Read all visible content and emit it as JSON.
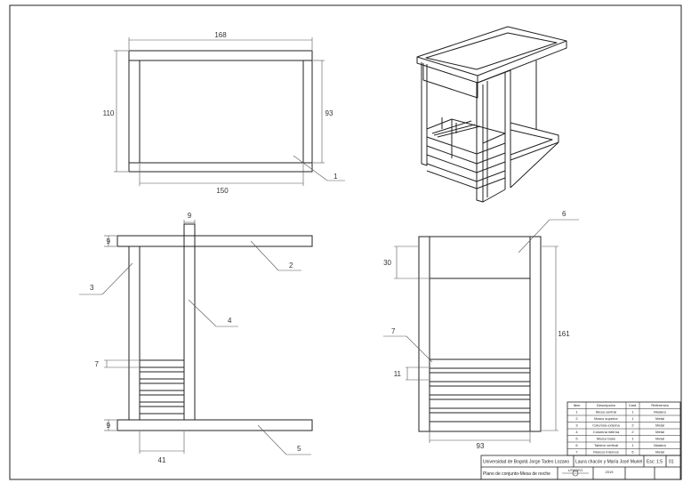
{
  "dimensions": {
    "top_width": "168",
    "top_depth": "110",
    "top_inner_width": "150",
    "top_inner_depth": "93",
    "side_bar": "9",
    "side_bar_top": "9",
    "side_bar_bottom": "9",
    "side_width": "41",
    "front_rail": "30",
    "front_height": "161",
    "front_slat": "11",
    "front_width": "93"
  },
  "part_numbers": {
    "p1": "1",
    "p2": "2",
    "p3": "3",
    "p4": "4",
    "p5": "5",
    "p6": "6",
    "p7_side": "7",
    "p7_front": "7"
  },
  "parts_table": {
    "headers": [
      "Item",
      "Descripción",
      "Cant.",
      "Referencia"
    ],
    "rows": [
      [
        "1",
        "Mesa central",
        "1",
        "Madera"
      ],
      [
        "2",
        "Marco superior",
        "1",
        "Metal"
      ],
      [
        "3",
        "Columna externa",
        "2",
        "Metal"
      ],
      [
        "4",
        "Columna interna",
        "2",
        "Metal"
      ],
      [
        "5",
        "Marco base",
        "1",
        "Metal"
      ],
      [
        "6",
        "Tablero vertical",
        "1",
        "Madera"
      ],
      [
        "7",
        "Marcos internos",
        "5",
        "Metal"
      ]
    ]
  },
  "title_block": {
    "university": "Universidad de Bogotá Jorge Tadeo Lozano",
    "authors": "Laura chacón y María José Muriel",
    "scale": "Esc: 1:5",
    "sheet": "01",
    "title": "Plano de conjunto-Mesa de noche",
    "logo": "UTADEO",
    "date": "2019",
    "field_a": "",
    "field_b": ""
  }
}
